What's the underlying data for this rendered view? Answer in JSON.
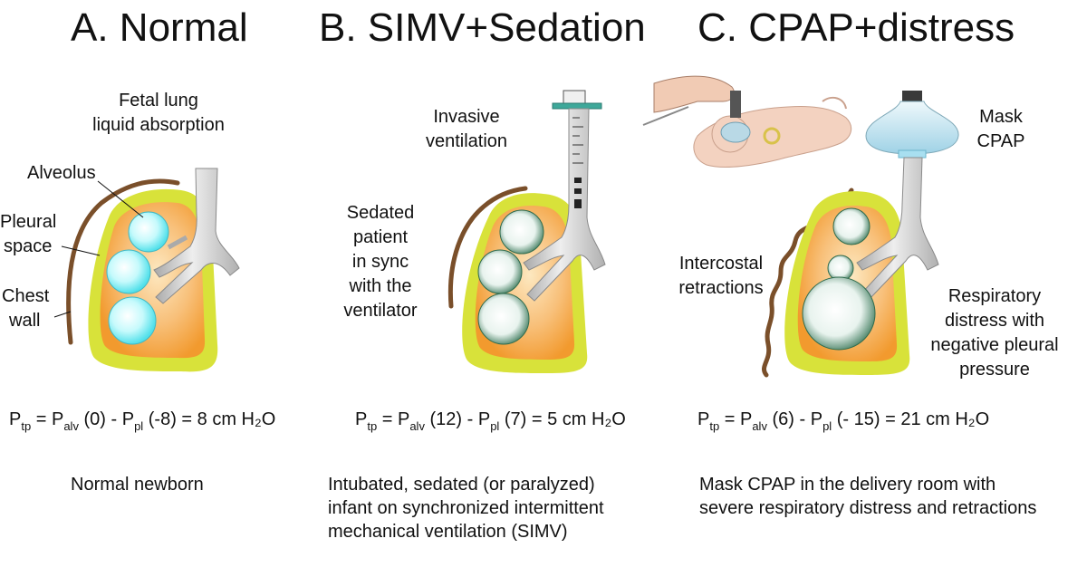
{
  "panels": [
    {
      "title": "A. Normal",
      "labels": {
        "top": [
          "Fetal lung",
          "liquid absorption"
        ],
        "alveolus": "Alveolus",
        "pleural": [
          "Pleural",
          "space"
        ],
        "chest": [
          "Chest",
          "wall"
        ]
      },
      "equation": {
        "p": "P",
        "tp": "tp",
        "eq1": " = P",
        "alv": "alv",
        "v1": " (0) - P",
        "pl": "pl",
        "v2": " (-8) = 8 cm H₂O"
      },
      "caption": [
        "Normal newborn"
      ]
    },
    {
      "title": "B. SIMV+Sedation",
      "labels": {
        "top": [
          "Invasive",
          "ventilation"
        ],
        "side": [
          "Sedated",
          "patient",
          "in sync",
          "with the",
          "ventilator"
        ]
      },
      "equation": {
        "p": "P",
        "tp": "tp",
        "eq1": " = P",
        "alv": "alv",
        "v1": " (12) - P",
        "pl": "pl",
        "v2": " (7) = 5 cm H₂O"
      },
      "caption": [
        "Intubated, sedated (or paralyzed)",
        "infant on synchronized intermittent",
        "mechanical ventilation (SIMV)"
      ]
    },
    {
      "title": "C. CPAP+distress",
      "labels": {
        "mask": [
          "Mask",
          "CPAP"
        ],
        "side": [
          "Intercostal",
          "retractions"
        ],
        "right": [
          "Respiratory",
          "distress with",
          "negative pleural",
          "pressure"
        ]
      },
      "equation": {
        "p": "P",
        "tp": "tp",
        "eq1": " = P",
        "alv": "alv",
        "v1": " (6) - P",
        "pl": "pl",
        "v2": " (- 15) = 21 cm H₂O"
      },
      "caption": [
        "Mask CPAP in the delivery room with",
        "severe respiratory distress and retractions"
      ]
    }
  ],
  "colors": {
    "chest_wall": "#7a4f2a",
    "pleura": "#d8e23a",
    "lung": "#f4a23c",
    "alveolus_normal": "#8ff0f5",
    "alveolus_dark": "#3e7a5a",
    "airway": "#d4d4d4"
  }
}
